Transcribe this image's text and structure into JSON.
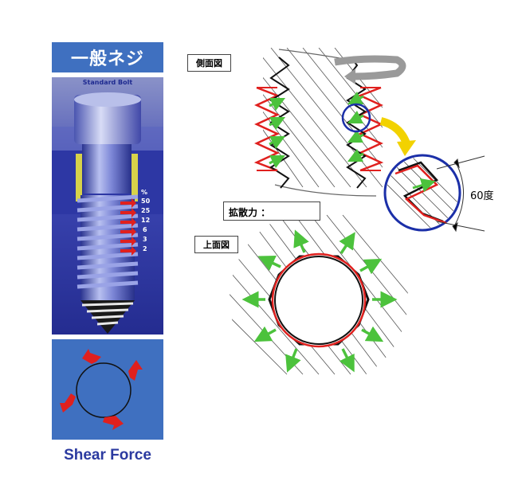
{
  "title": "一般ネジ",
  "bolt": {
    "label": "Standard Bolt",
    "percent_symbol": "%",
    "values": [
      "50",
      "25",
      "12",
      "6",
      "3",
      "2"
    ]
  },
  "shear": {
    "caption": "Shear Force"
  },
  "side_view": {
    "label": "側面図",
    "angle_label": "60度"
  },
  "legend": {
    "diffusion_label": "拡散力 ："
  },
  "top_view": {
    "label": "上面図"
  },
  "colors": {
    "panel_blue": "#3f70c0",
    "bolt_blue": "#2e3a9e",
    "thread_red": "#e0201e",
    "arrow_green": "#4cc23c",
    "circle_blue": "#1b2fa8",
    "caption_blue": "#2b3aa0"
  }
}
